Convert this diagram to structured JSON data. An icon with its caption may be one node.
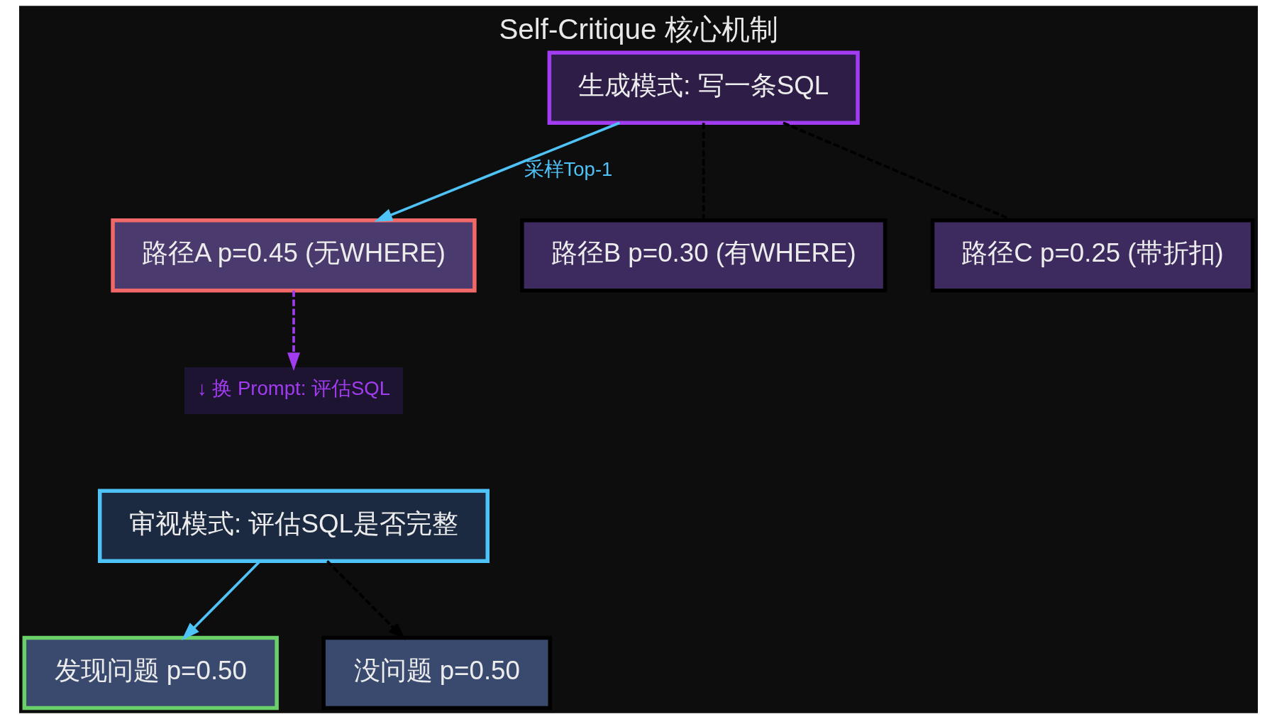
{
  "diagram": {
    "title": "Self-Critique 核心机制",
    "nodes": [
      {
        "text": [
          "生成模式: 写一条SQL"
        ]
      },
      {
        "text": [
          "路径A p=0.45 (无WHERE)"
        ]
      },
      {
        "text": [
          "路径B p=0.30 (有WHERE)"
        ]
      },
      {
        "text": [
          "路径C p=0.25 (带折扣)"
        ]
      },
      {
        "text": [
          "↓ 换 Prompt: 评估SQL"
        ]
      },
      {
        "text": [
          "审视模式: 评估SQL是否完整"
        ]
      },
      {
        "text": [
          "发现问题 p=0.50"
        ]
      },
      {
        "text": [
          "没问题 p=0.50"
        ]
      }
    ],
    "edges": [
      {
        "from": 0,
        "to": 1,
        "arrow": "to",
        "label": "采样Top-1",
        "color": "#4fc3f7"
      },
      {
        "from": 0,
        "to": 2,
        "arrow": "none",
        "style": "dashed"
      },
      {
        "from": 0,
        "to": 3,
        "arrow": "none",
        "style": "dashed"
      },
      {
        "from": 1,
        "to": 4,
        "arrow": "to",
        "style": "dashed",
        "color": "#a23cf0"
      },
      {
        "from": 5,
        "to": 6,
        "arrow": "to",
        "color": "#4fc3f7"
      },
      {
        "from": 5,
        "to": 7,
        "arrow": "to",
        "style": "dashed"
      }
    ]
  }
}
